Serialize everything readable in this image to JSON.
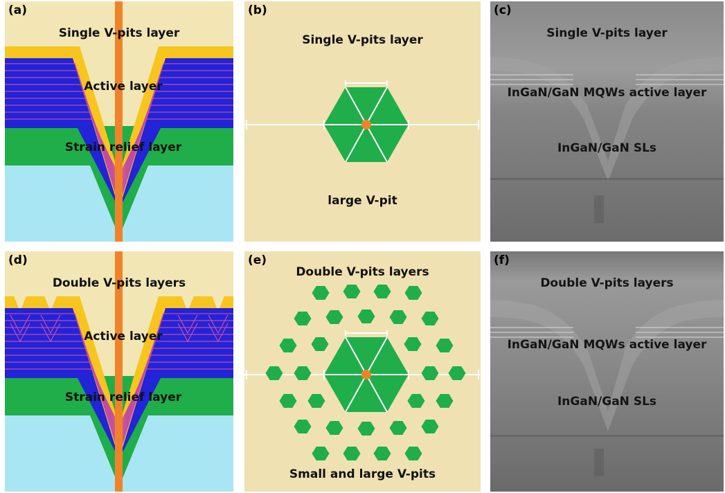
{
  "panels": {
    "a": {
      "tag": "(a)",
      "top_label": "Single V-pits layer",
      "active_label": "Active layer",
      "strain_label": "Strain relief layer"
    },
    "b": {
      "tag": "(b)",
      "top_label": "Single V-pits layer",
      "bottom_label": "large V-pit"
    },
    "c": {
      "tag": "(c)",
      "top_label": "Single V-pits layer",
      "mqw_label": "InGaN/GaN MQWs active layer",
      "sl_label": "InGaN/GaN SLs"
    },
    "d": {
      "tag": "(d)",
      "top_label": "Double V-pits layers",
      "active_label": "Active layer",
      "strain_label": "Strain relief layer"
    },
    "e": {
      "tag": "(e)",
      "top_label": "Double V-pits layers",
      "bottom_label": "Small and large V-pits"
    },
    "f": {
      "tag": "(f)",
      "top_label": "Double V-pits layers",
      "mqw_label": "InGaN/GaN MQWs active layer",
      "sl_label": "InGaN/GaN SLs"
    }
  },
  "colors": {
    "background": "#f2e6b4",
    "cap_layer": "#f7c51e",
    "active_layer": "#2323d8",
    "quantum_well_line": "#c24aa6",
    "strain_relief_layer": "#1fae4a",
    "substrate": "#a9e6f4",
    "dislocation": "#f0832a",
    "hexagon": "#1fae4a"
  }
}
